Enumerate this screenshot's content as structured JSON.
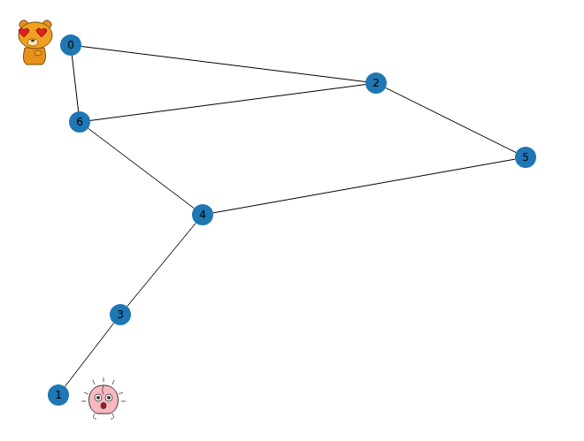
{
  "diagram": {
    "nodes": [
      {
        "text": [
          "0"
        ]
      },
      {
        "text": [
          "2"
        ]
      },
      {
        "text": [
          "6"
        ]
      },
      {
        "text": [
          "5"
        ]
      },
      {
        "text": [
          "4"
        ]
      },
      {
        "text": [
          "3"
        ]
      },
      {
        "text": [
          "1"
        ]
      }
    ],
    "edges": [
      {
        "from": 0,
        "to": 1,
        "arrow": "none"
      },
      {
        "from": 0,
        "to": 2,
        "arrow": "none"
      },
      {
        "from": 2,
        "to": 1,
        "arrow": "none"
      },
      {
        "from": 1,
        "to": 3,
        "arrow": "none"
      },
      {
        "from": 3,
        "to": 4,
        "arrow": "none"
      },
      {
        "from": 2,
        "to": 4,
        "arrow": "none"
      },
      {
        "from": 4,
        "to": 5,
        "arrow": "none"
      },
      {
        "from": 5,
        "to": 6,
        "arrow": "none"
      }
    ]
  }
}
